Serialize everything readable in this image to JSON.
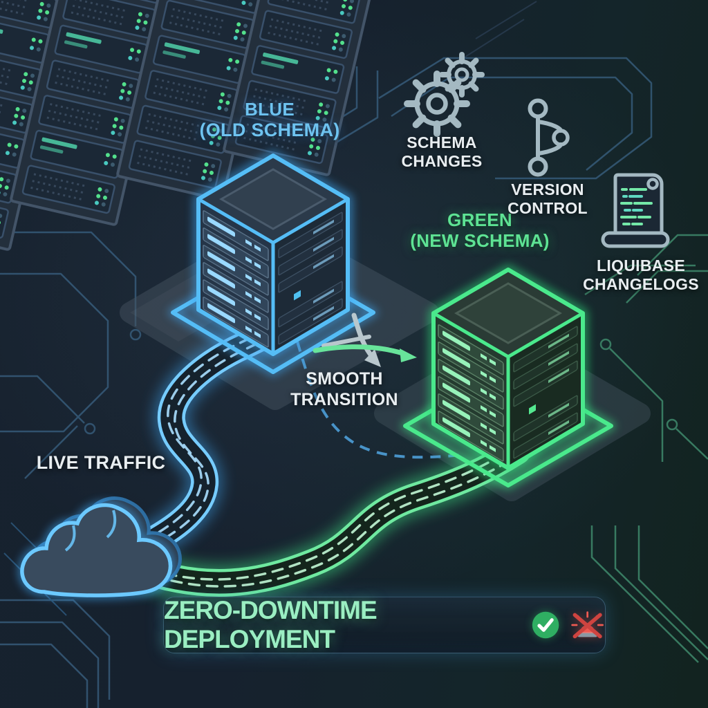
{
  "colors": {
    "background_navy": "#16212e",
    "background_teal": "#12231f",
    "blue_accent": "#4fb8fa",
    "green_accent": "#4ae98c",
    "label_blue": "#6ec3f0",
    "label_green": "#5ee394",
    "label_white": "#e9eef1",
    "banner_text": "#9aeec2",
    "check_green": "#2fae62",
    "alarm_red": "#ef5a52"
  },
  "servers": {
    "blue": {
      "name": "BLUE",
      "schema": "(OLD SCHEMA)"
    },
    "green": {
      "name": "GREEN",
      "schema": "(NEW SCHEMA)"
    }
  },
  "annotations": {
    "schema_changes": {
      "icon": "gears-icon",
      "line1": "SCHEMA",
      "line2": "CHANGES"
    },
    "version_control": {
      "icon": "git-branch-icon",
      "line1": "VERSION",
      "line2": "CONTROL"
    },
    "liquibase_changelogs": {
      "icon": "scroll-icon",
      "line1": "LIQUIBASE",
      "line2": "CHANGELOGS"
    },
    "smooth_transition": {
      "icon": "crossing-arrows-icon",
      "line1": "SMOOTH",
      "line2": "TRANSITION"
    },
    "live_traffic": {
      "icon": "cloud-icon",
      "label": "LIVE TRAFFIC"
    }
  },
  "banner": {
    "label": "ZERO-DOWNTIME DEPLOYMENT",
    "icons": [
      {
        "name": "check-circle-icon"
      },
      {
        "name": "no-alarm-icon"
      }
    ]
  }
}
